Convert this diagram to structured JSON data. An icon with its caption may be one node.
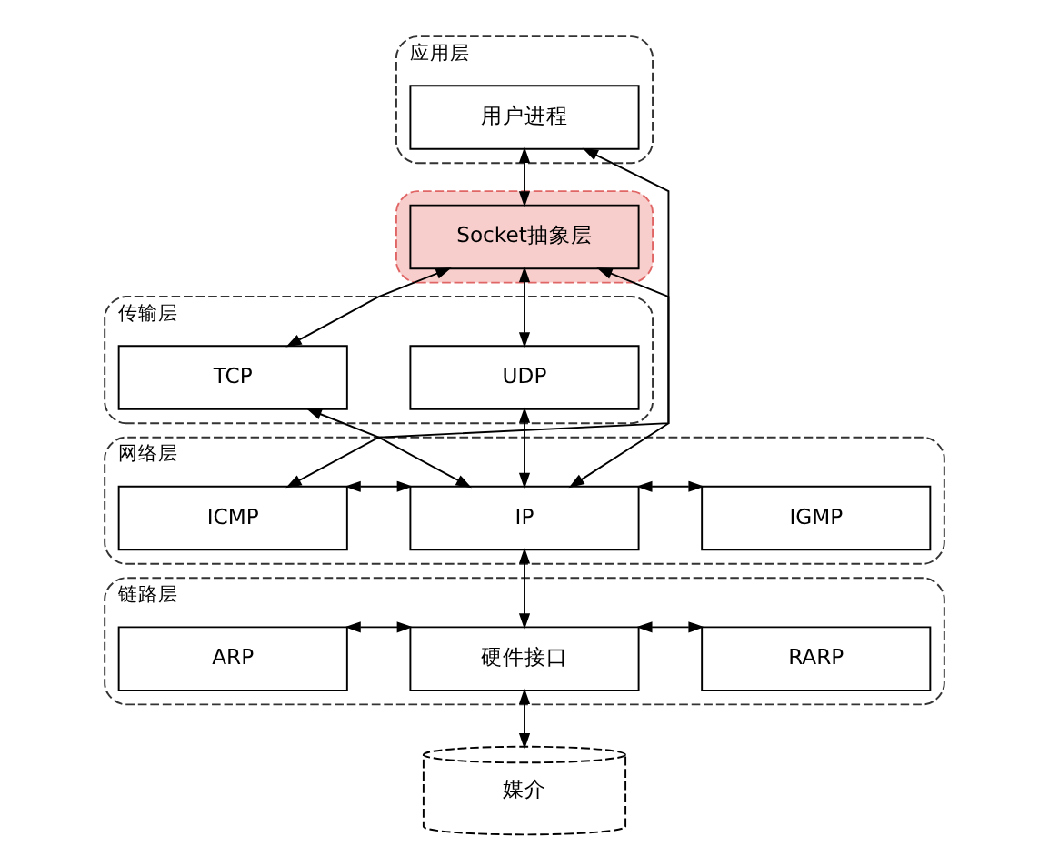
{
  "diagram": {
    "nodes": [
      {
        "text": [
          "应用层"
        ]
      },
      {
        "text": [
          "用户进程"
        ],
        "in": 0
      },
      {
        "text": [],
        "shape": "band"
      },
      {
        "text": [
          "Socket抽象层"
        ],
        "in": 2
      },
      {
        "text": [
          "传输层"
        ]
      },
      {
        "text": [
          "TCP"
        ],
        "in": 4
      },
      {
        "text": [
          "UDP"
        ],
        "in": 4
      },
      {
        "text": [
          "网络层"
        ]
      },
      {
        "text": [
          "ICMP"
        ],
        "in": 7
      },
      {
        "text": [
          "IP"
        ],
        "in": 7
      },
      {
        "text": [
          "IGMP"
        ],
        "in": 7
      },
      {
        "text": [
          "链路层"
        ]
      },
      {
        "text": [
          "ARP"
        ],
        "in": 11
      },
      {
        "text": [
          "硬件接口"
        ],
        "in": 11
      },
      {
        "text": [
          "RARP"
        ],
        "in": 11
      },
      {
        "text": [
          "媒介"
        ]
      }
    ],
    "edges": [
      {
        "from": 1,
        "to": 3,
        "arrow": "both"
      },
      {
        "from": 3,
        "to": 5,
        "arrow": "both"
      },
      {
        "from": 3,
        "to": 6,
        "arrow": "both"
      },
      {
        "from": 5,
        "to": 9,
        "arrow": "both"
      },
      {
        "from": 6,
        "to": 9,
        "arrow": "both"
      },
      {
        "from": 3,
        "to": 9,
        "arrow": "both"
      },
      {
        "from": 1,
        "to": 8,
        "arrow": "both"
      },
      {
        "from": 8,
        "to": 9,
        "arrow": "both"
      },
      {
        "from": 9,
        "to": 10,
        "arrow": "both"
      },
      {
        "from": 9,
        "to": 13,
        "arrow": "both"
      },
      {
        "from": 12,
        "to": 13,
        "arrow": "both"
      },
      {
        "from": 13,
        "to": 14,
        "arrow": "both"
      },
      {
        "from": 13,
        "to": 15,
        "arrow": "both"
      }
    ]
  }
}
